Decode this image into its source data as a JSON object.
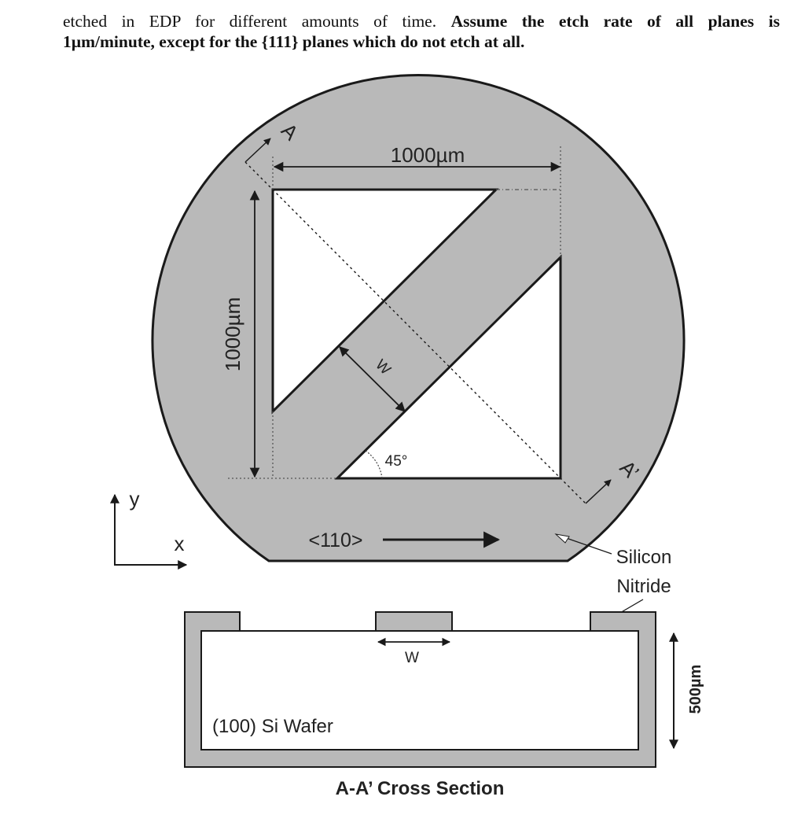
{
  "intro": {
    "line1_normal": "etched in EDP for different amounts of time.  ",
    "line1_bold": "Assume the etch rate of all planes is",
    "line2_bold": "1µm/minute, except for the {111} planes which do not etch at all."
  },
  "top_view": {
    "dim_horizontal": "1000µm",
    "dim_vertical": "1000µm",
    "width_label": "W",
    "angle_label": "45°",
    "direction_label": "<110>",
    "section_start": "A",
    "section_end": "A’",
    "axis_y": "y",
    "axis_x": "x",
    "material_label_line1": "Silicon",
    "material_label_line2": "Nitride"
  },
  "cross_section": {
    "width_label": "W",
    "wafer_label": "(100) Si Wafer",
    "thickness_label": "500µm",
    "title": "A-A’ Cross Section"
  },
  "colors": {
    "nitride": "#b9b9b9",
    "outline": "#1a1a1a"
  }
}
